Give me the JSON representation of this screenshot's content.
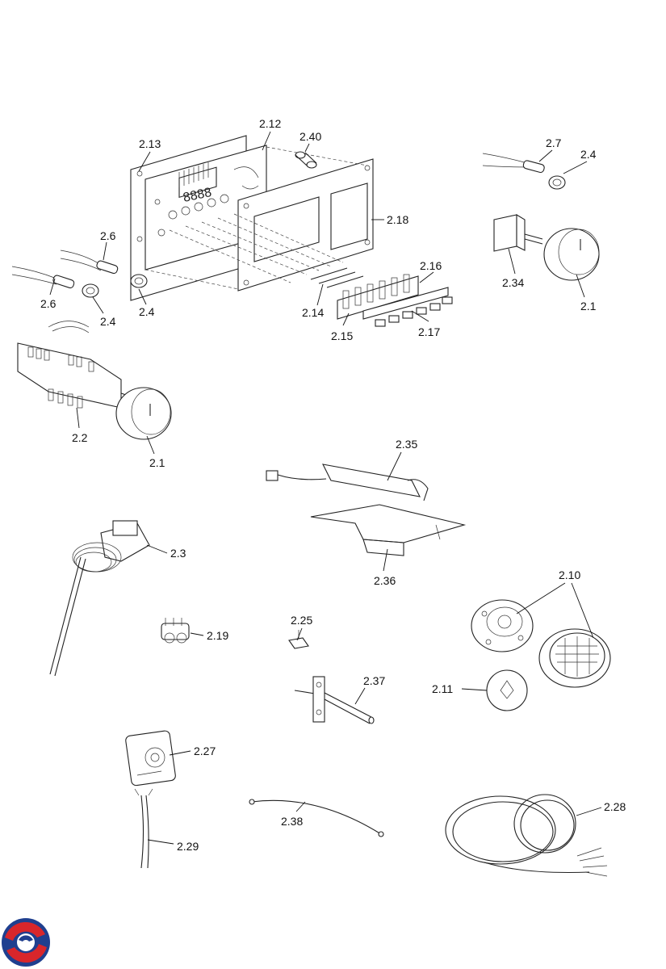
{
  "labels": {
    "p2_13": "2.13",
    "p2_12": "2.12",
    "p2_40": "2.40",
    "p2_18": "2.18",
    "p2_16": "2.16",
    "p2_17": "2.17",
    "p2_14": "2.14",
    "p2_15": "2.15",
    "p2_6a": "2.6",
    "p2_6b": "2.6",
    "p2_4a": "2.4",
    "p2_4b": "2.4",
    "p2_7": "2.7",
    "p2_4c": "2.4",
    "p2_34": "2.34",
    "p2_1a": "2.1",
    "p2_2": "2.2",
    "p2_1b": "2.1",
    "p2_35": "2.35",
    "p2_36": "2.36",
    "p2_3": "2.3",
    "p2_10": "2.10",
    "p2_11": "2.11",
    "p2_19": "2.19",
    "p2_25": "2.25",
    "p2_37": "2.37",
    "p2_27": "2.27",
    "p2_29": "2.29",
    "p2_38": "2.38",
    "p2_28": "2.28"
  },
  "colors": {
    "logo_blue": "#1f3f8f",
    "logo_red": "#d8262b"
  }
}
